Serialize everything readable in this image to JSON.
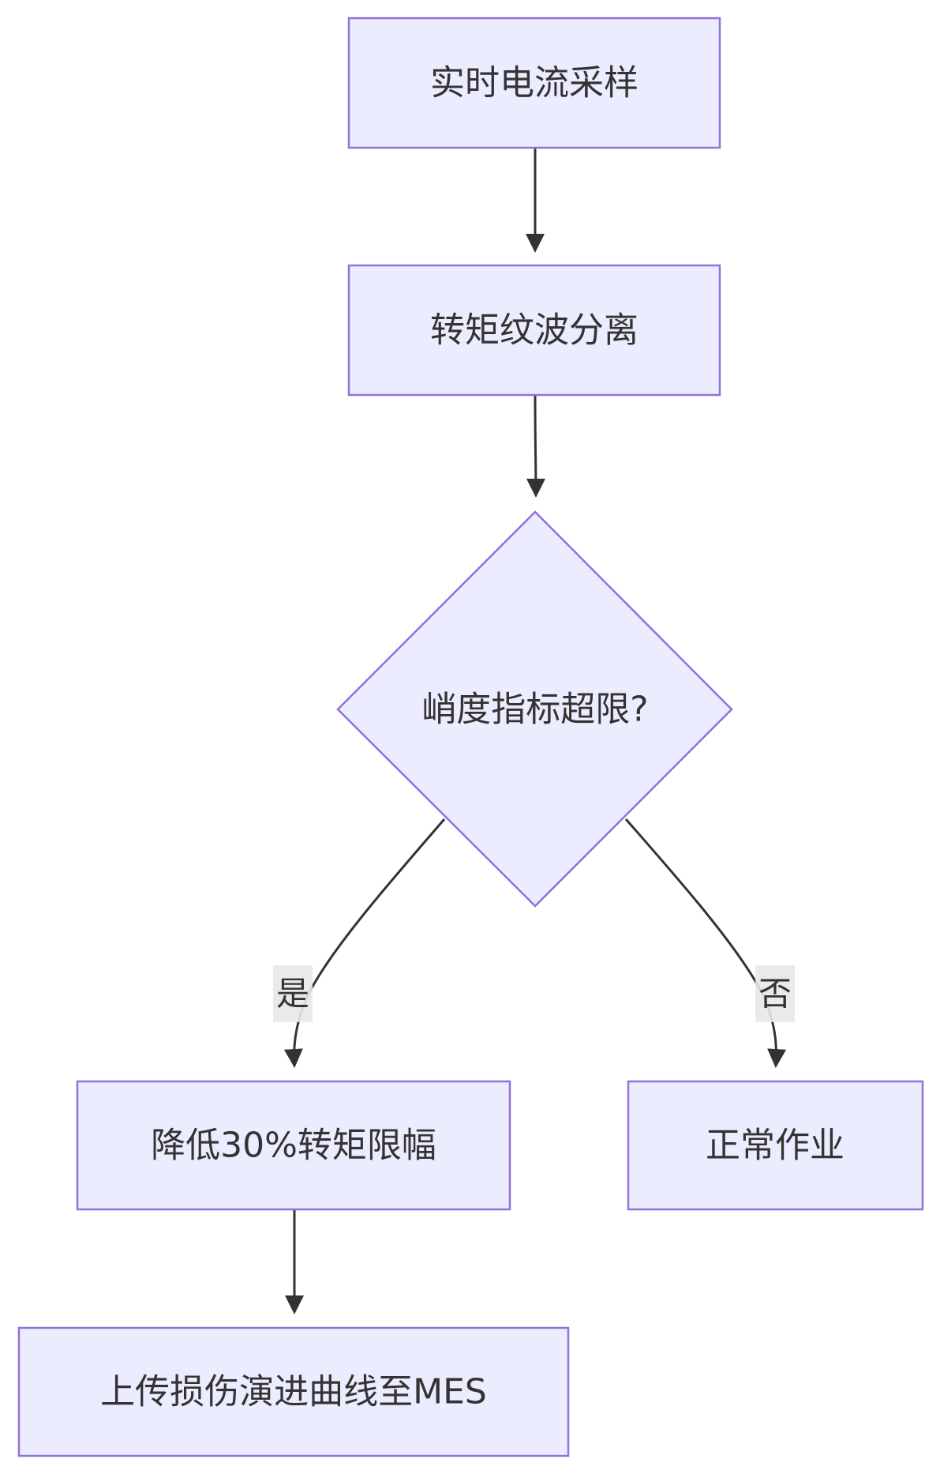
{
  "diagram": {
    "type": "flowchart",
    "colors": {
      "node_fill": "#ECECFF",
      "node_stroke": "#9370DB",
      "edge": "#333333",
      "text": "#333333",
      "edge_label_bg": "#e8e8e8"
    },
    "nodes": {
      "sample": {
        "label": "实时电流采样",
        "shape": "rect"
      },
      "separate": {
        "label": "转矩纹波分离",
        "shape": "rect"
      },
      "decision": {
        "label": "峭度指标超限?",
        "shape": "diamond"
      },
      "reduce": {
        "label": "降低30%转矩限幅",
        "shape": "rect"
      },
      "normal": {
        "label": "正常作业",
        "shape": "rect"
      },
      "upload": {
        "label": "上传损伤演进曲线至MES",
        "shape": "rect"
      }
    },
    "edges": [
      {
        "from": "sample",
        "to": "separate",
        "label": ""
      },
      {
        "from": "separate",
        "to": "decision",
        "label": ""
      },
      {
        "from": "decision",
        "to": "reduce",
        "label": "是"
      },
      {
        "from": "decision",
        "to": "normal",
        "label": "否"
      },
      {
        "from": "reduce",
        "to": "upload",
        "label": ""
      }
    ],
    "edge_labels": {
      "yes": "是",
      "no": "否"
    }
  }
}
